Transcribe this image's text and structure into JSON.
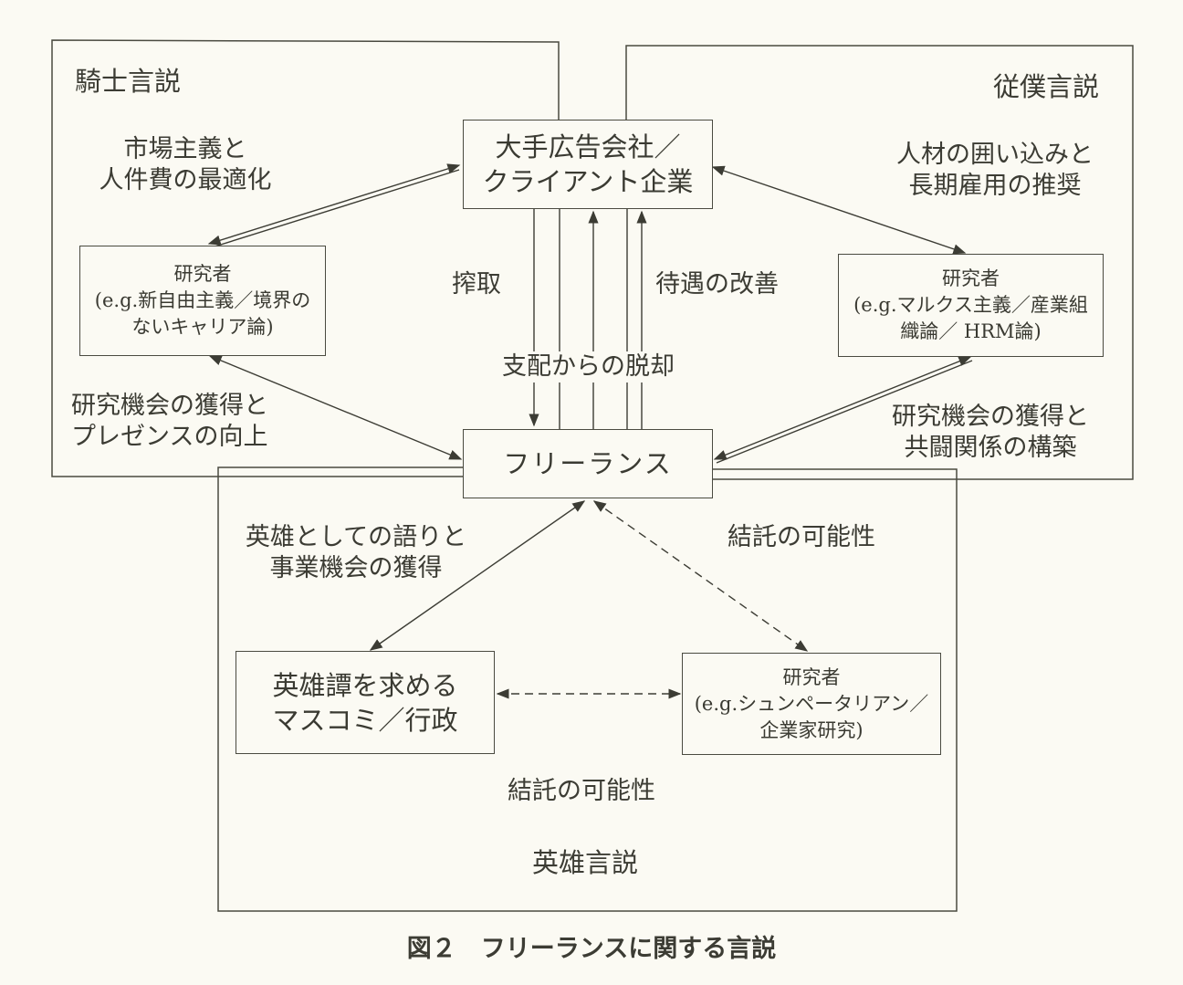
{
  "frames": {
    "knight": {
      "title": "騎士言説",
      "note": [
        "市場主義と",
        "人件費の最適化"
      ],
      "relation": [
        "研究機会の獲得と",
        "プレゼンスの向上"
      ]
    },
    "servant": {
      "title": "従僕言説",
      "note": [
        "人材の囲い込みと",
        "長期雇用の推奨"
      ],
      "relation": [
        "研究機会の獲得と",
        "共闘関係の構築"
      ]
    },
    "hero": {
      "title": "英雄言説",
      "relation": [
        "英雄としての語りと",
        "事業機会の獲得"
      ],
      "collusion_top": "結託の可能性",
      "collusion_bottom": "結託の可能性"
    }
  },
  "nodes": {
    "corporate": [
      "大手広告会社／",
      "クライアント企業"
    ],
    "freelance": "フリーランス",
    "researcher_knight": {
      "title": "研究者",
      "detail": [
        "(e.g.新自由主義／境界の",
        "ないキャリア論)"
      ]
    },
    "researcher_servant": {
      "title": "研究者",
      "detail": [
        "(e.g.マルクス主義／産業組",
        "織論／ HRM論)"
      ]
    },
    "media": [
      "英雄譚を求める",
      "マスコミ／行政"
    ],
    "researcher_hero": {
      "title": "研究者",
      "detail": [
        "(e.g.シュンペータリアン／",
        "企業家研究)"
      ]
    }
  },
  "flows": {
    "exploitation": "搾取",
    "improvement": "待遇の改善",
    "escape": "支配からの脱却"
  },
  "caption": "図２　フリーランスに関する言説",
  "colors": {
    "background": "#fbfaf3",
    "ink": "#3c3c34"
  }
}
